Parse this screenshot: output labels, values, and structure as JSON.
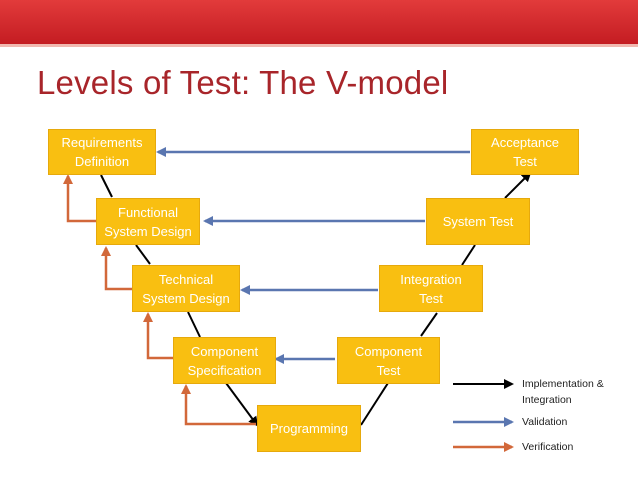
{
  "title": "Levels of Test: The V-model",
  "boxes": {
    "requirements": {
      "line1": "Requirements",
      "line2": "Definition"
    },
    "functional": {
      "line1": "Functional",
      "line2": "System Design"
    },
    "technical": {
      "line1": "Technical",
      "line2": "System Design"
    },
    "component_spec": {
      "line1": "Component",
      "line2": "Specification"
    },
    "programming": {
      "line1": "Programming"
    },
    "component_test": {
      "line1": "Component",
      "line2": "Test"
    },
    "integration_test": {
      "line1": "Integration",
      "line2": "Test"
    },
    "system_test": {
      "line1": "System Test"
    },
    "acceptance_test": {
      "line1": "Acceptance",
      "line2": "Test"
    }
  },
  "legend": {
    "implementation": {
      "line1": "Implementation &",
      "line2": "Integration",
      "color": "#000000"
    },
    "validation": {
      "line1": "Validation",
      "color": "#5a76b0"
    },
    "verification": {
      "line1": "Verification",
      "color": "#d2683a"
    }
  },
  "colors": {
    "header": "#c41c22",
    "title": "#a8252a",
    "box_fill": "#f9bf11",
    "box_text": "#ffffff"
  }
}
